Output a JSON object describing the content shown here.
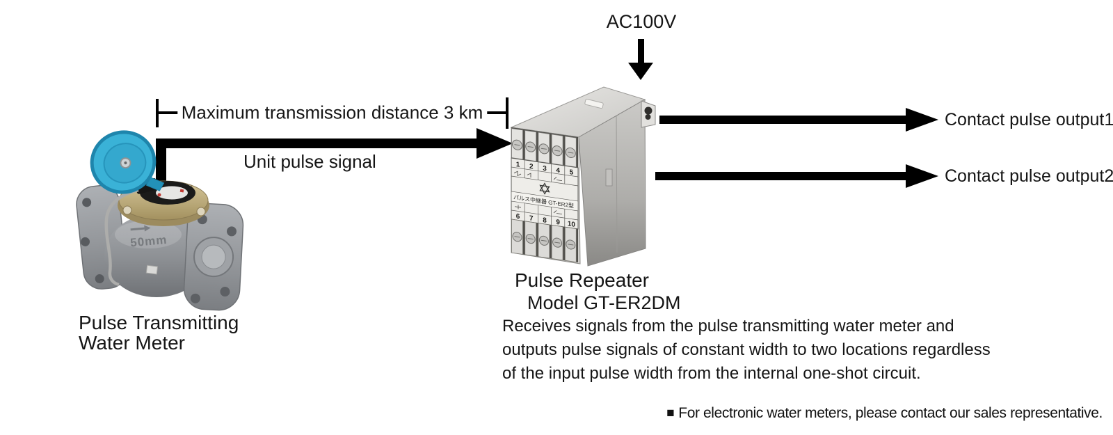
{
  "diagram": {
    "power_label": "AC100V",
    "distance_label": "Maximum transmission distance 3 km",
    "input_signal_label": "Unit pulse signal",
    "output1_label": "Contact pulse output1",
    "output2_label": "Contact pulse output2",
    "meter_caption": "Pulse Transmitting\nWater Meter",
    "meter_marking": "50mm",
    "repeater_title": "Pulse Repeater",
    "repeater_model": "Model GT-ER2DM",
    "repeater_description": "Receives signals from the pulse transmitting water meter and\noutputs pulse signals of constant width to two locations regardless\nof the input pulse width from the internal one-shot circuit.",
    "device_label": "パルス中継器 GT-ER2型",
    "terminals_top": [
      "1",
      "2",
      "3",
      "4",
      "5"
    ],
    "terminals_bottom": [
      "6",
      "7",
      "8",
      "9",
      "10"
    ],
    "note_bullet": "■",
    "note_text": "For electronic water meters, please contact our sales representative.",
    "colors": {
      "arrow": "#000000",
      "lid_blue": "#3ab2d7",
      "brass": "#b9a678",
      "meter_gray": "#8f9296",
      "device_gray": "#d8d7d4"
    }
  }
}
